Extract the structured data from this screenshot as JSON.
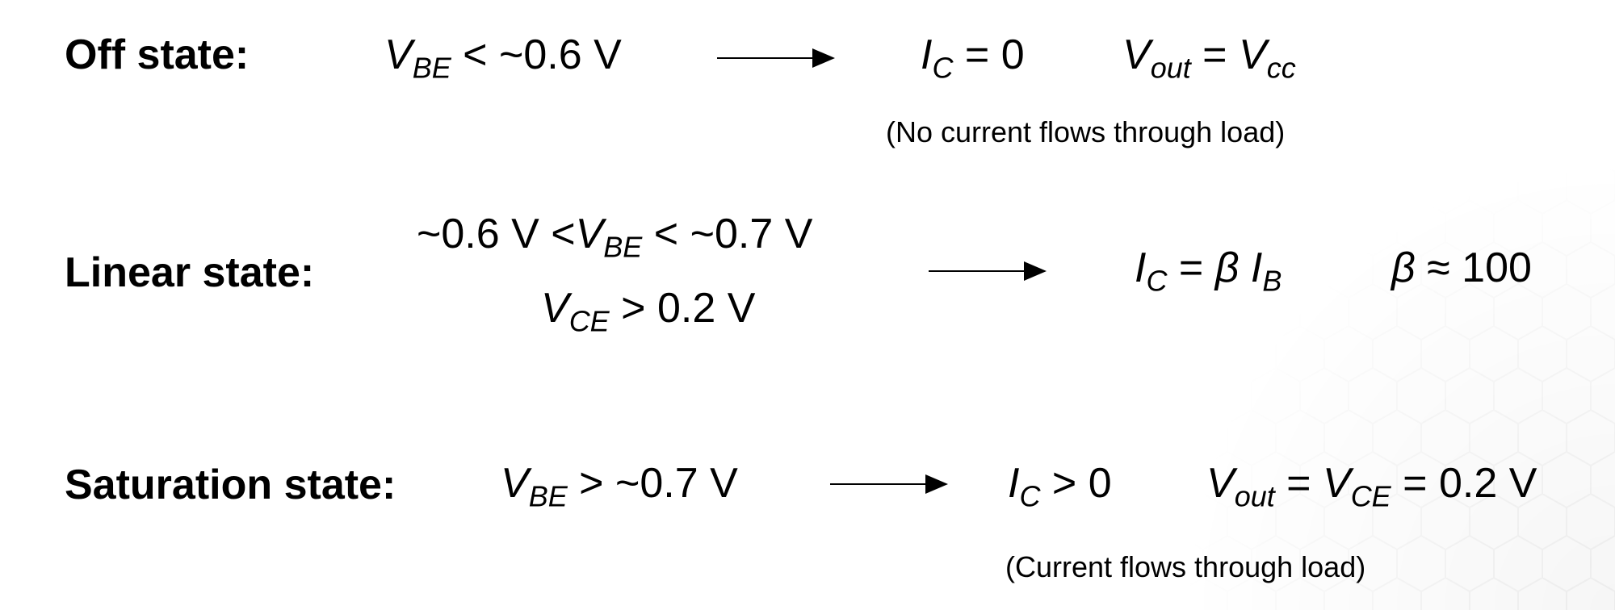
{
  "off_state": {
    "label": "Off state:",
    "cond_v": "V",
    "cond_sub": "BE",
    "cond_rest": " < ~0.6 V",
    "ic_i": "I",
    "ic_sub": "C",
    "ic_rest": " = 0",
    "vout_v": "V",
    "vout_sub": "out",
    "vout_eq": " = ",
    "vcc_v": "V",
    "vcc_sub": "cc",
    "note": "(No current flows through load)"
  },
  "linear_state": {
    "label": "Linear state:",
    "cond1_pre": "~0.6 V <",
    "cond1_v": "V",
    "cond1_sub": "BE",
    "cond1_rest": " < ~0.7 V",
    "cond2_v": "V",
    "cond2_sub": "CE",
    "cond2_rest": " > 0.2 V",
    "ic_i": "I",
    "ic_sub": "C",
    "ic_eq": " = ",
    "beta": "β",
    "ib_i": "I",
    "ib_sub": "B",
    "beta2": "β",
    "beta_rest": " ≈ 100"
  },
  "saturation_state": {
    "label": "Saturation state:",
    "cond_v": "V",
    "cond_sub": "BE",
    "cond_rest": " > ~0.7 V",
    "ic_i": "I",
    "ic_sub": "C",
    "ic_rest": " > 0",
    "vout_v": "V",
    "vout_sub": "out",
    "vout_eq": " = ",
    "vce_v": "V",
    "vce_sub": "CE",
    "vce_rest": " = 0.2 V",
    "note": "(Current flows through load)"
  },
  "colors": {
    "text": "#000000",
    "background": "#ffffff"
  }
}
